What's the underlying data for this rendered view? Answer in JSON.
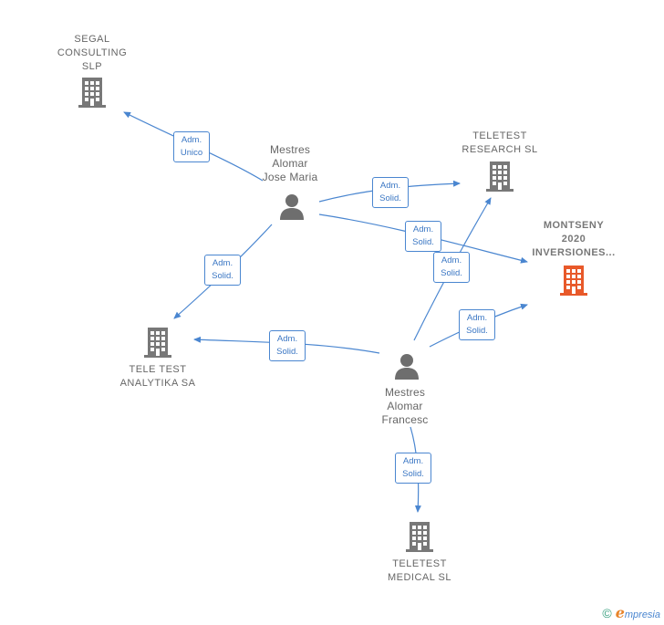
{
  "colors": {
    "edge": "#4a86d0",
    "company": "#787878",
    "focus_company": "#e8592a",
    "person": "#6e6e6e"
  },
  "nodes": {
    "segal": {
      "label": [
        "SEGAL",
        "CONSULTING",
        "SLP"
      ],
      "icon": "building-icon"
    },
    "teletest_research": {
      "label": [
        "TELETEST",
        "RESEARCH  SL"
      ],
      "icon": "building-icon"
    },
    "montseny": {
      "label": [
        "MONTSENY",
        "2020",
        "INVERSIONES..."
      ],
      "icon": "building-icon"
    },
    "tele_test_analytika": {
      "label": [
        "TELE TEST",
        "ANALYTIKA SA"
      ],
      "icon": "building-icon"
    },
    "teletest_medical": {
      "label": [
        "TELETEST",
        "MEDICAL  SL"
      ],
      "icon": "building-icon"
    },
    "jose_maria": {
      "label": [
        "Mestres",
        "Alomar",
        "Jose Maria"
      ],
      "icon": "person-icon"
    },
    "francesc": {
      "label": [
        "Mestres",
        "Alomar",
        "Francesc"
      ],
      "icon": "person-icon"
    }
  },
  "edges": [
    {
      "from": "jose_maria",
      "to": "segal",
      "label": [
        "Adm.",
        "Unico"
      ]
    },
    {
      "from": "jose_maria",
      "to": "teletest_research",
      "label": [
        "Adm.",
        "Solid."
      ]
    },
    {
      "from": "jose_maria",
      "to": "montseny",
      "label": [
        "Adm.",
        "Solid."
      ]
    },
    {
      "from": "jose_maria",
      "to": "tele_test_analytika",
      "label": [
        "Adm.",
        "Solid."
      ]
    },
    {
      "from": "francesc",
      "to": "teletest_research",
      "label": [
        "Adm.",
        "Solid."
      ]
    },
    {
      "from": "francesc",
      "to": "montseny",
      "label": [
        "Adm.",
        "Solid."
      ]
    },
    {
      "from": "francesc",
      "to": "tele_test_analytika",
      "label": [
        "Adm.",
        "Solid."
      ]
    },
    {
      "from": "francesc",
      "to": "teletest_medical",
      "label": [
        "Adm.",
        "Solid."
      ]
    }
  ],
  "footer": {
    "copyright": "©",
    "brand_initial": "e",
    "brand_rest": "mpresia"
  }
}
